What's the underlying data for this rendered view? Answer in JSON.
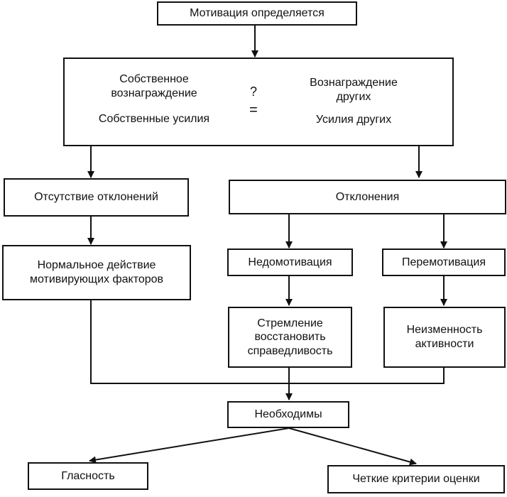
{
  "title": "Мотивация определяется",
  "formula": {
    "left_numerator": "Собственное\nвознаграждение",
    "left_denominator": "Собственные усилия",
    "question_mark": "?",
    "equals_sign": "=",
    "right_numerator": "Вознаграждение\nдругих",
    "right_denominator": "Усилия других"
  },
  "left_branch": {
    "no_deviation": "Отсутствие отклонений",
    "normal_action": "Нормальное действие\nмотивирующих факторов"
  },
  "right_branch": {
    "deviations": "Отклонения",
    "undermotivation": "Недомотивация",
    "overmotivation": "Перемотивация",
    "restore_justice": "Стремление\nвосстановить\nсправедливость",
    "unchanged_activity": "Неизменность\nактивности"
  },
  "needed": "Необходимы",
  "outcomes": {
    "glasnost": "Гласность",
    "clear_criteria": "Четкие критерии оценки"
  }
}
